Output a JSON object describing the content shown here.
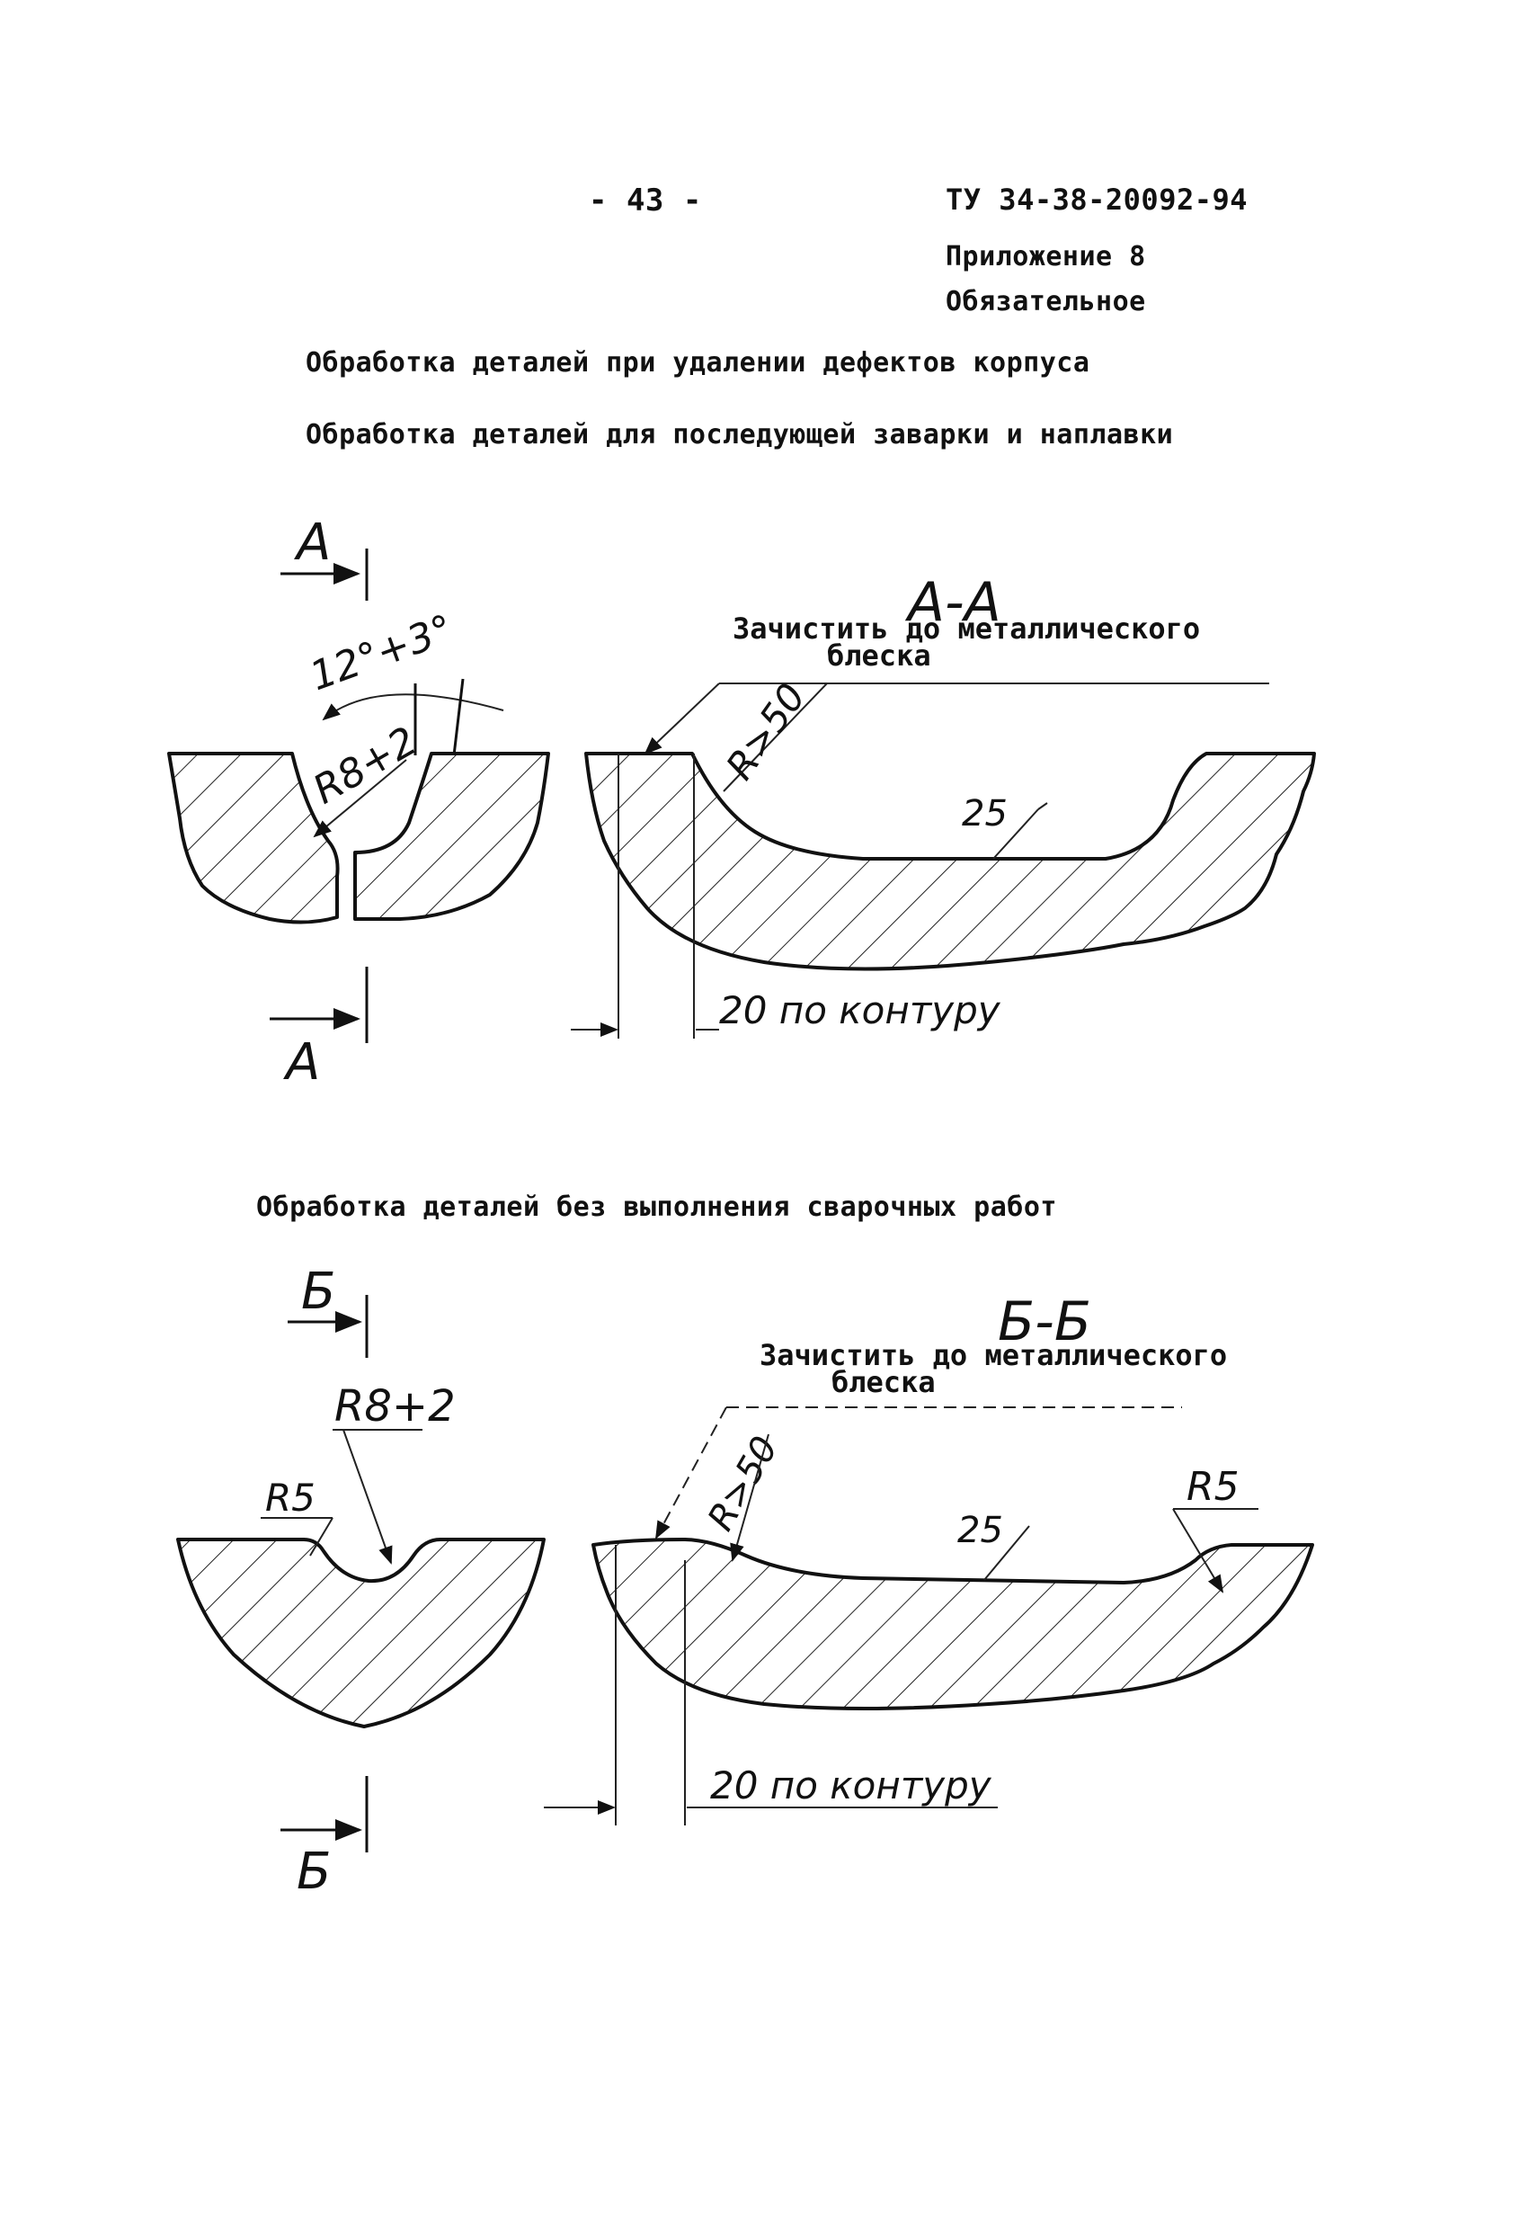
{
  "header": {
    "page_number": "- 43 -",
    "doc_code": "ТУ 34-38-20092-94",
    "appendix": "Приложение 8",
    "status": "Обязательное"
  },
  "headings": {
    "main": "Обработка деталей при удалении дефектов корпуса",
    "section1": "Обработка деталей для последующей заварки и наплавки",
    "section2": "Обработка деталей без выполнения сварочных работ"
  },
  "figure1": {
    "cut_mark_top": "А",
    "cut_mark_bottom": "А",
    "angle_label": "12°+3°",
    "radius_label": "R8+2",
    "section_title": "А-А",
    "note_line1": "Зачистить до металлического",
    "note_line2": "блеска",
    "radius_large": "R>50",
    "roughness": "25",
    "contour_dim": "20 по контуру"
  },
  "figure2": {
    "cut_mark_top": "Б",
    "cut_mark_bottom": "Б",
    "radius_label": "R8+2",
    "radius_small": "R5",
    "section_title": "Б-Б",
    "note_line1": "Зачистить до металлического",
    "note_line2": "блеска",
    "radius_large": "R>50",
    "roughness": "25",
    "radius_right": "R5",
    "contour_dim": "20 по контуру"
  }
}
